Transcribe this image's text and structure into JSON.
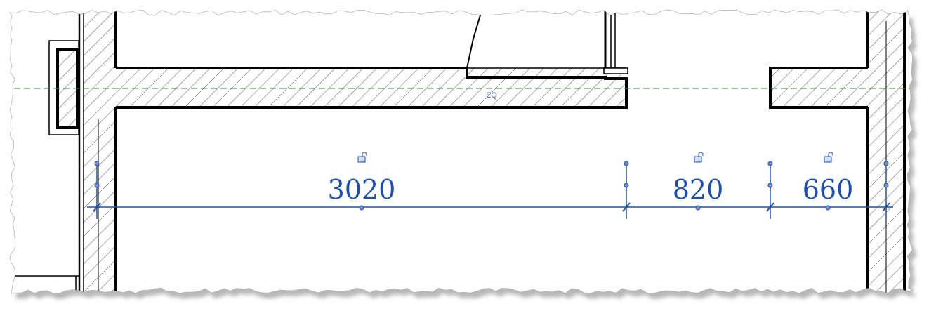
{
  "view": {
    "type": "floor-plan-detail",
    "colors": {
      "wall_outline": "#000000",
      "hatch": "#555555",
      "dimension": "#1e4fb0",
      "reference_line": "#3a9a3a",
      "paper": "#ffffff",
      "tear_shadow": "#9a9a9a"
    }
  },
  "reference_plane": {
    "label": "EQ",
    "style": "dashed",
    "color": "#3a9a3a"
  },
  "dimension_string": {
    "segments": [
      {
        "value": "3020",
        "lock_icon": "padlock-unlocked-icon"
      },
      {
        "value": "820",
        "lock_icon": "padlock-unlocked-icon"
      },
      {
        "value": "660",
        "lock_icon": "padlock-unlocked-icon"
      }
    ]
  }
}
